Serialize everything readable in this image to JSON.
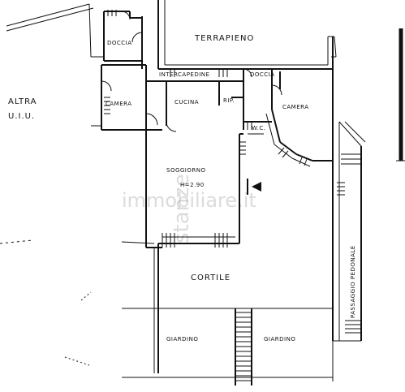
{
  "rooms": {
    "terrapieno": "TERRAPIENO",
    "doccia_top": "DOCCIA",
    "intercapedine": "INTERCAPEDINE",
    "doccia_mid": "DOCCIA",
    "altra": "ALTRA",
    "uiu": "U.I.U.",
    "camera_left": "CAMERA",
    "cucina": "CUCINA",
    "rip": "RIP.",
    "camera_right": "CAMERA",
    "wc": "W.C.",
    "soggiorno": "SOGGIORNO",
    "height": "H=2.90",
    "cortile": "CORTILE",
    "passaggio": "PASSAGGIO PEDONALE",
    "giardino_left": "GIARDINO",
    "giardino_right": "GIARDINO"
  },
  "watermark": {
    "main": "immobiliare.it",
    "vertical": "stanze"
  },
  "colors": {
    "line": "#111111",
    "background": "#ffffff",
    "watermark": "#9a9a9a"
  }
}
